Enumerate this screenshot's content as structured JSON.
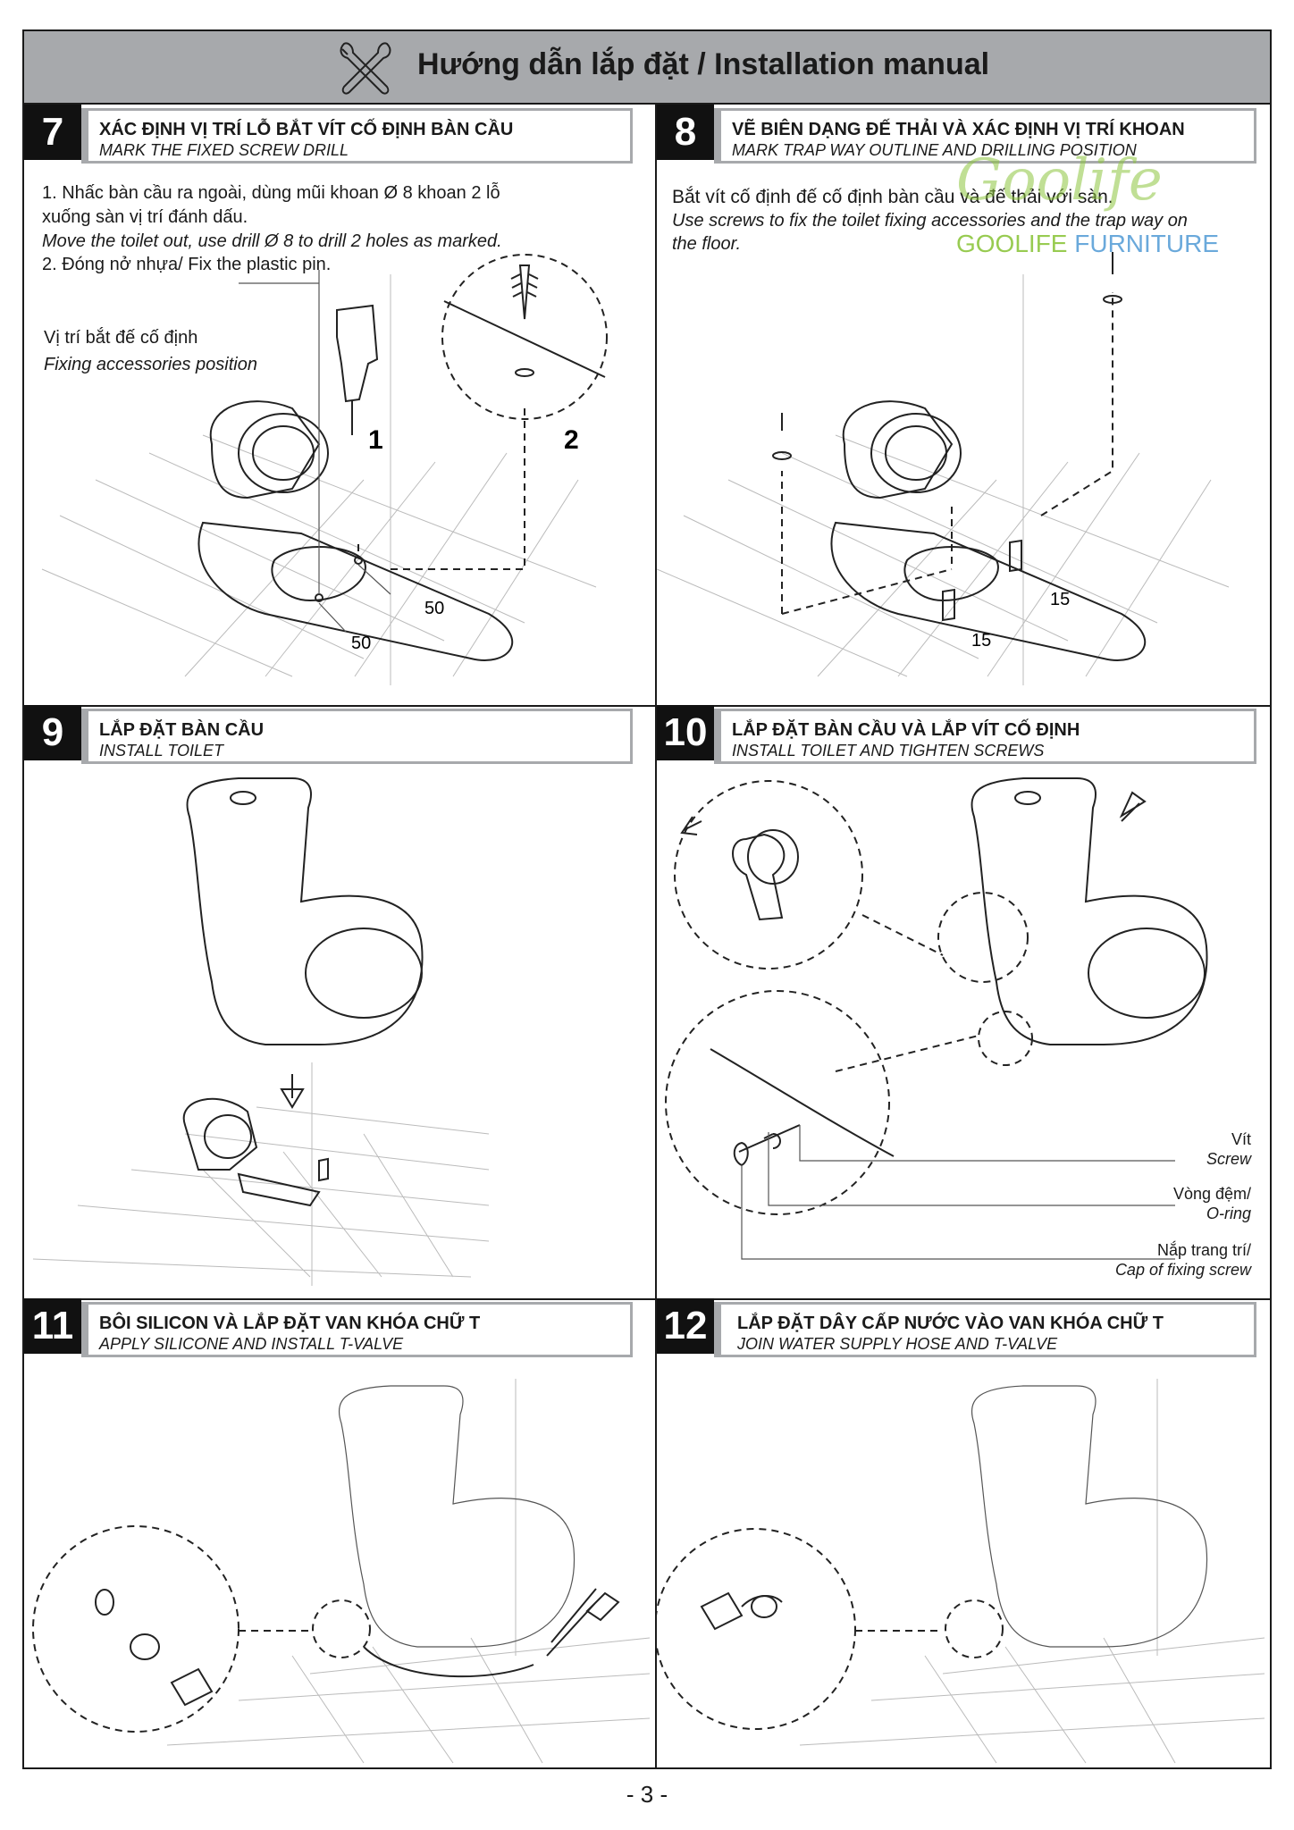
{
  "header": {
    "title": "Hướng dẫn lắp đặt / Installation manual"
  },
  "watermark": {
    "logo": "Goolife",
    "brand_a": "GOOLIFE",
    "brand_b": "FURNITURE",
    "color_green": "#8dc63f",
    "color_blue": "#5aa0d8"
  },
  "steps": [
    {
      "num": "7",
      "title_vi": "XÁC ĐỊNH VỊ TRÍ LỖ BẮT VÍT CỐ ĐỊNH BÀN CẦU",
      "title_en": "MARK THE FIXED SCREW DRILL",
      "text_vi_1": "1. Nhấc bàn cầu ra ngoài, dùng mũi khoan Ø  8 khoan 2 lỗ",
      "text_vi_2": "xuống sàn vị trí đánh dấu.",
      "text_en_1": "Move the toilet out, use drill Ø  8 to drill 2 holes as marked.",
      "text_4": "2. Đóng nở nhựa/ Fix the plastic pin.",
      "label_vi": "Vị trí bắt đế cố định",
      "label_en": "Fixing accessories position",
      "dim_a": "50",
      "dim_b": "50",
      "tag_1": "1",
      "tag_2": "2"
    },
    {
      "num": "8",
      "title_vi": "VẼ BIÊN DẠNG ĐẾ THẢI VÀ XÁC ĐỊNH VỊ TRÍ KHOAN",
      "title_en": "MARK TRAP WAY OUTLINE AND DRILLING POSITION",
      "text_vi": "Bắt vít cố định đế cố định bàn cầu và đế thải với sàn.",
      "text_en_1": "Use screws to fix the toilet fixing accessories and the trap way on",
      "text_en_2": "the floor.",
      "dim_a": "15",
      "dim_b": "15"
    },
    {
      "num": "9",
      "title_vi": "LẮP ĐẶT BÀN CẦU",
      "title_en": "INSTALL TOILET"
    },
    {
      "num": "10",
      "title_vi": "LẮP ĐẶT BÀN CẦU VÀ LẮP VÍT CỐ ĐỊNH",
      "title_en": "INSTALL TOILET AND TIGHTEN SCREWS",
      "l1_vi": "Vít",
      "l1_en": "Screw",
      "l2_vi": "Vòng đệm/",
      "l2_en": "O-ring",
      "l3_vi": "Nắp trang trí/",
      "l3_en": "Cap of fixing screw"
    },
    {
      "num": "11",
      "title_vi": "BÔI SILICON VÀ LẮP ĐẶT VAN KHÓA CHỮ T",
      "title_en": "APPLY SILICONE AND INSTALL T-VALVE"
    },
    {
      "num": "12",
      "title_vi": "LẮP ĐẶT DÂY CẤP NƯỚC VÀO VAN KHÓA CHỮ T",
      "title_en": "JOIN WATER SUPPLY HOSE AND T-VALVE"
    }
  ],
  "page_number": "- 3 -"
}
